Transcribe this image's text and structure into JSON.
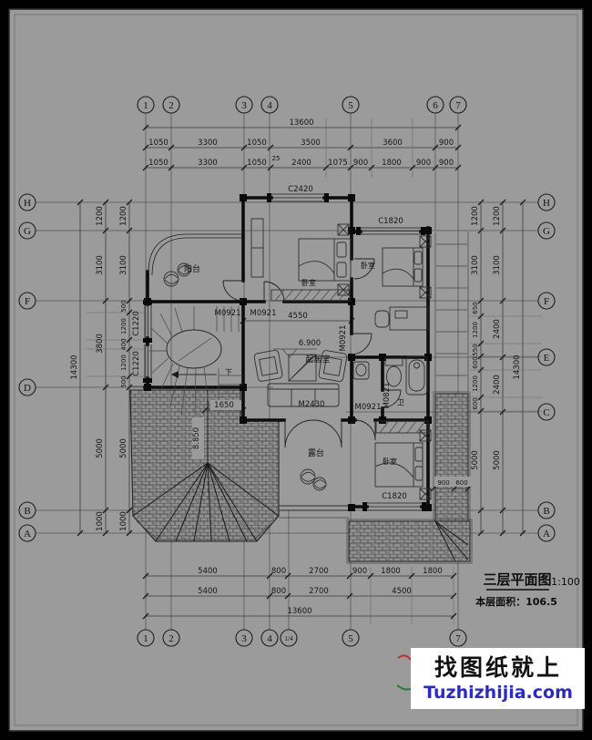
{
  "title_block": {
    "title": "三层平面图",
    "scale": "1:100",
    "area": "本层面积：106.5"
  },
  "watermark": {
    "line1": "找图纸就上",
    "line2": "Tuzhizhijia.com",
    "accent_blue": "#2b2bc4"
  },
  "axes": {
    "top": [
      "1",
      "2",
      "3",
      "4",
      "5",
      "6",
      "7"
    ],
    "bottom": [
      "1",
      "2",
      "3",
      "4",
      "1/4",
      "5",
      "7"
    ],
    "left": [
      "H",
      "G",
      "F",
      "D",
      "B",
      "A"
    ],
    "right": [
      "H",
      "G",
      "F",
      "E",
      "C",
      "B",
      "A"
    ]
  },
  "dims": {
    "top_total": "13600",
    "top_r1": [
      "1050",
      "3300",
      "1050",
      "3500",
      "3600",
      "900"
    ],
    "top_r2": [
      "1050",
      "3300",
      "1050",
      "25",
      "2400",
      "1075",
      "900",
      "1800",
      "900",
      "900"
    ],
    "bottom_r1": [
      "5400",
      "800",
      "2700",
      "900",
      "1800",
      "1800"
    ],
    "bottom_r2": [
      "5400",
      "800",
      "2700",
      "4500"
    ],
    "bottom_total": "13600",
    "left_total": "14300",
    "left_c1": [
      "1200",
      "3100",
      "3800",
      "5000",
      "1000"
    ],
    "left_c2": [
      "1200",
      "3100",
      "500",
      "1200",
      "400",
      "1200",
      "500",
      "5000",
      "1000"
    ],
    "right_total": "14300",
    "right_c1": [
      "1200",
      "3100",
      "2400",
      "2400",
      "5000"
    ],
    "right_c2": [
      "1200",
      "3100",
      "650",
      "1200",
      "550",
      "600",
      "1200",
      "600",
      "5000"
    ],
    "interior": {
      "living": "4550",
      "stair": "1650",
      "roof_a": "900",
      "roof_b": "600"
    }
  },
  "levels": {
    "living": "6.900",
    "roof": "8.850"
  },
  "rooms": {
    "balcony": "阳台",
    "bedroom": "卧室",
    "living": "起居室",
    "terrace": "露台",
    "bath": "卫",
    "down": "下"
  },
  "openings": {
    "c2420": "C2420",
    "c1820": "C1820",
    "c1220": "C1220",
    "m0921": "M0921",
    "m2430": "M2430",
    "m0821": "M0821"
  }
}
